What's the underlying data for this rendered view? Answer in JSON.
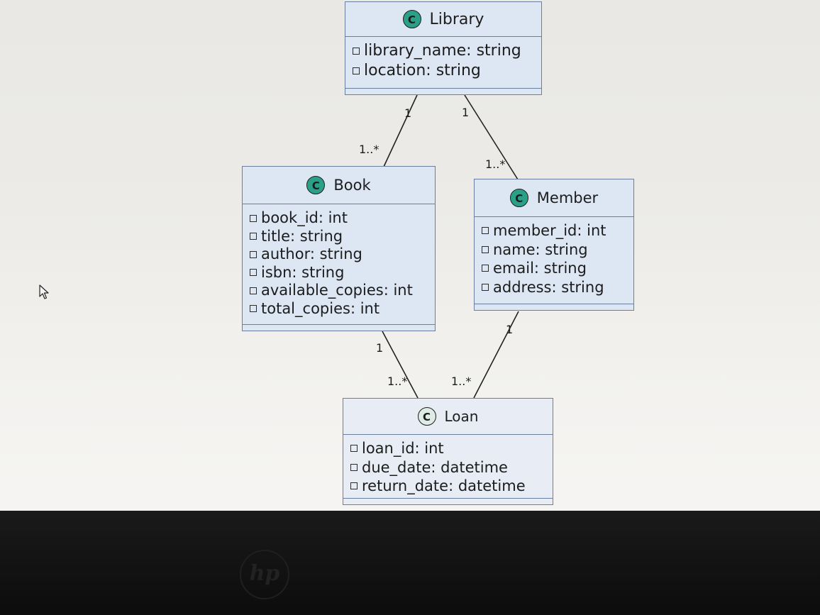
{
  "diagram": {
    "classes": {
      "library": {
        "badge": "C",
        "name": "Library",
        "attributes": [
          "library_name: string",
          "location: string"
        ]
      },
      "book": {
        "badge": "C",
        "name": "Book",
        "attributes": [
          "book_id: int",
          "title: string",
          "author: string",
          "isbn: string",
          "available_copies: int",
          "total_copies: int"
        ]
      },
      "member": {
        "badge": "C",
        "name": "Member",
        "attributes": [
          "member_id: int",
          "name: string",
          "email: string",
          "address: string"
        ]
      },
      "loan": {
        "badge": "C",
        "name": "Loan",
        "attributes": [
          "loan_id: int",
          "due_date: datetime",
          "return_date: datetime"
        ]
      }
    },
    "associations": {
      "library_book": {
        "library_end": "1",
        "book_end": "1..*"
      },
      "library_member": {
        "library_end": "1",
        "member_end": "1..*"
      },
      "book_loan": {
        "book_end": "1",
        "loan_end": "1..*"
      },
      "member_loan": {
        "member_end": "1",
        "loan_end": "1..*"
      }
    }
  },
  "colors": {
    "class_fill": "#dde6f3",
    "class_border": "#6a7ea0",
    "badge": "#2aa089"
  },
  "icons": {
    "cursor": "mouse-pointer-icon",
    "brand": "hp-logo"
  }
}
